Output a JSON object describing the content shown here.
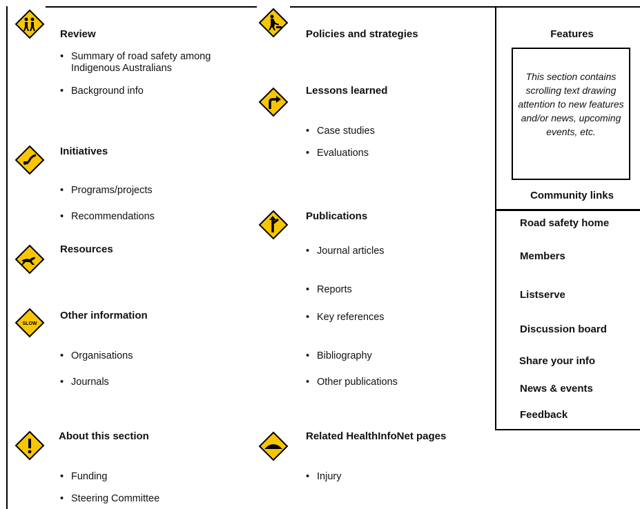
{
  "left_column": {
    "sections": [
      {
        "key": "review",
        "title": "Review",
        "icon": "pedestrians-sign-icon",
        "items": [
          "Summary of road safety among Indigenous Australians",
          "Background info"
        ]
      },
      {
        "key": "initiatives",
        "title": "Initiatives",
        "icon": "winding-road-sign-icon",
        "items": [
          "Programs/projects",
          "Recommendations"
        ]
      },
      {
        "key": "resources",
        "title": "Resources",
        "icon": "kangaroo-sign-icon",
        "items": []
      },
      {
        "key": "other",
        "title": "Other information",
        "icon": "slow-sign-icon",
        "icon_text": "SLOW",
        "items": [
          "Organisations",
          "Journals"
        ]
      },
      {
        "key": "about",
        "title": "About this section",
        "icon": "exclamation-sign-icon",
        "items": [
          "Funding",
          "Steering Committee"
        ]
      }
    ]
  },
  "middle_column": {
    "sections": [
      {
        "key": "policies",
        "title": "Policies and strategies",
        "icon": "roadwork-sign-icon",
        "items": []
      },
      {
        "key": "lessons",
        "title": "Lessons learned",
        "icon": "turn-right-sign-icon",
        "items": [
          "Case studies",
          "Evaluations"
        ]
      },
      {
        "key": "publications",
        "title": "Publications",
        "icon": "junction-sign-icon",
        "items": [
          "Journal articles",
          "Reports",
          "Key references",
          "Bibliography",
          "Other publications"
        ]
      },
      {
        "key": "related",
        "title": "Related HealthInfoNet pages",
        "icon": "speed-bump-sign-icon",
        "items": [
          "Injury"
        ]
      }
    ]
  },
  "sidebar": {
    "features_title": "Features",
    "features_text": "This section contains scrolling text drawing attention to new features and/or news, upcoming events, etc.",
    "community_title": "Community links",
    "links": [
      "Road safety home",
      "Members",
      "Listserve",
      "Discussion board",
      "Share your info",
      "News & events",
      "Feedback"
    ]
  },
  "colors": {
    "sign_fill": "#f7c600",
    "sign_border": "#000000"
  }
}
